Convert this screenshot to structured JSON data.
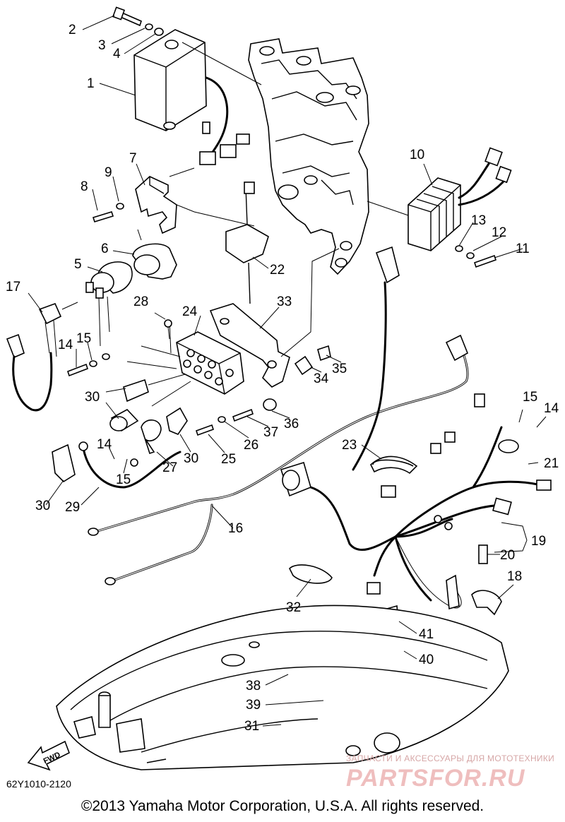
{
  "diagram": {
    "callouts": [
      {
        "id": "c1",
        "text": "1"
      },
      {
        "id": "c2",
        "text": "2"
      },
      {
        "id": "c3",
        "text": "3"
      },
      {
        "id": "c4",
        "text": "4"
      },
      {
        "id": "c5",
        "text": "5"
      },
      {
        "id": "c6",
        "text": "6"
      },
      {
        "id": "c7",
        "text": "7"
      },
      {
        "id": "c8",
        "text": "8"
      },
      {
        "id": "c9",
        "text": "9"
      },
      {
        "id": "c10",
        "text": "10"
      },
      {
        "id": "c11",
        "text": "11"
      },
      {
        "id": "c12",
        "text": "12"
      },
      {
        "id": "c13",
        "text": "13"
      },
      {
        "id": "c14a",
        "text": "14"
      },
      {
        "id": "c14b",
        "text": "14"
      },
      {
        "id": "c14c",
        "text": "14"
      },
      {
        "id": "c15a",
        "text": "15"
      },
      {
        "id": "c15b",
        "text": "15"
      },
      {
        "id": "c15c",
        "text": "15"
      },
      {
        "id": "c16",
        "text": "16"
      },
      {
        "id": "c17",
        "text": "17"
      },
      {
        "id": "c18",
        "text": "18"
      },
      {
        "id": "c19",
        "text": "19"
      },
      {
        "id": "c20",
        "text": "20"
      },
      {
        "id": "c21",
        "text": "21"
      },
      {
        "id": "c22",
        "text": "22"
      },
      {
        "id": "c23",
        "text": "23"
      },
      {
        "id": "c24",
        "text": "24"
      },
      {
        "id": "c25",
        "text": "25"
      },
      {
        "id": "c26",
        "text": "26"
      },
      {
        "id": "c27",
        "text": "27"
      },
      {
        "id": "c28",
        "text": "28"
      },
      {
        "id": "c29",
        "text": "29"
      },
      {
        "id": "c30a",
        "text": "30"
      },
      {
        "id": "c30b",
        "text": "30"
      },
      {
        "id": "c30c",
        "text": "30"
      },
      {
        "id": "c31",
        "text": "31"
      },
      {
        "id": "c32",
        "text": "32"
      },
      {
        "id": "c33",
        "text": "33"
      },
      {
        "id": "c34",
        "text": "34"
      },
      {
        "id": "c35",
        "text": "35"
      },
      {
        "id": "c36",
        "text": "36"
      },
      {
        "id": "c37",
        "text": "37"
      },
      {
        "id": "c38",
        "text": "38"
      },
      {
        "id": "c39",
        "text": "39"
      },
      {
        "id": "c40",
        "text": "40"
      },
      {
        "id": "c41",
        "text": "41"
      }
    ],
    "fwd_label": "FWD",
    "code": "62Y1010-2120",
    "copyright": "©2013 Yamaha Motor Corporation, U.S.A. All rights reserved.",
    "watermark_small": "ЗАПЧАСТИ И АКСЕССУАРЫ ДЛЯ МОТОТЕХНИКИ",
    "watermark_big": "PARTSFOR.RU"
  }
}
